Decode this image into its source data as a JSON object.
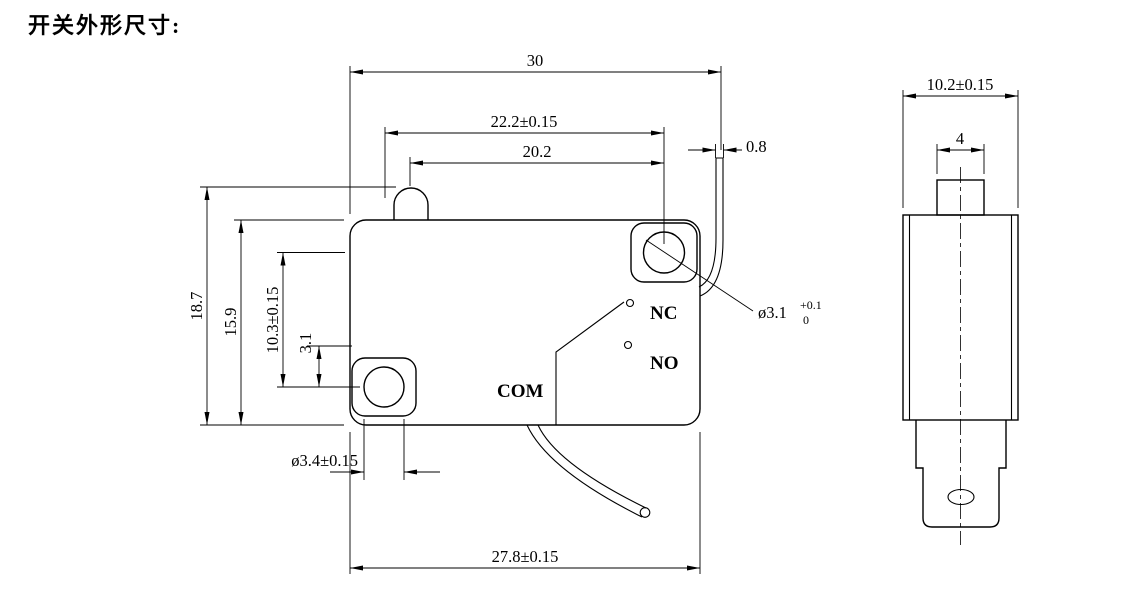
{
  "page": {
    "title": "开关外形尺寸:",
    "background": "#ffffff",
    "line_color": "#000000"
  },
  "front_view": {
    "dimensions": {
      "overall_width": "30",
      "hole_span": "22.2±0.15",
      "plunger_span": "20.2",
      "terminal_thickness": "0.8",
      "overall_height": "18.7",
      "body_height": "15.9",
      "hole_vertical_span": "10.3±0.15",
      "contact_offset": "3.1",
      "right_hole_diameter": "ø3.1",
      "right_hole_tol_upper": "+0.1",
      "right_hole_tol_lower": "0",
      "left_hole_diameter": "ø3.4±0.15",
      "bottom_width": "27.8±0.15"
    },
    "terminal_labels": {
      "nc": "NC",
      "no": "NO",
      "com": "COM"
    }
  },
  "side_view": {
    "dimensions": {
      "body_width": "10.2±0.15",
      "plunger_width": "4"
    }
  }
}
